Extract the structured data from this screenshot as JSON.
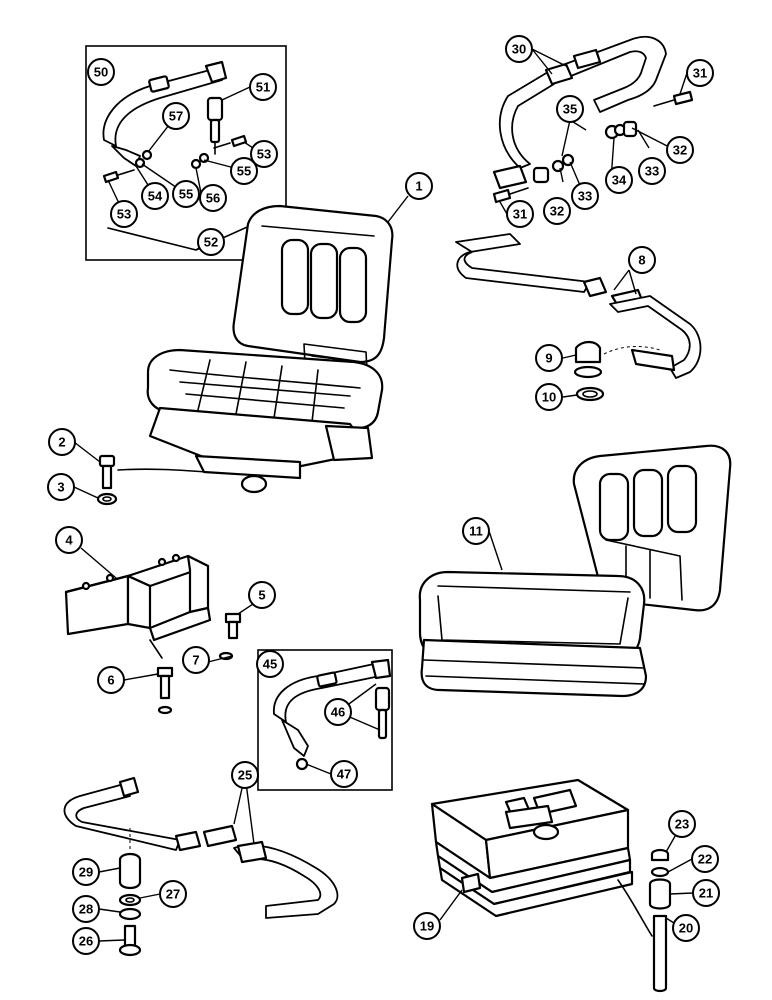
{
  "callouts": [
    {
      "id": "c1",
      "label": "1"
    },
    {
      "id": "c2",
      "label": "2"
    },
    {
      "id": "c3",
      "label": "3"
    },
    {
      "id": "c4",
      "label": "4"
    },
    {
      "id": "c5",
      "label": "5"
    },
    {
      "id": "c6",
      "label": "6"
    },
    {
      "id": "c7",
      "label": "7"
    },
    {
      "id": "c8",
      "label": "8"
    },
    {
      "id": "c9",
      "label": "9"
    },
    {
      "id": "c10",
      "label": "10"
    },
    {
      "id": "c11",
      "label": "11"
    },
    {
      "id": "c19",
      "label": "19"
    },
    {
      "id": "c20",
      "label": "20"
    },
    {
      "id": "c21",
      "label": "21"
    },
    {
      "id": "c22",
      "label": "22"
    },
    {
      "id": "c23",
      "label": "23"
    },
    {
      "id": "c25",
      "label": "25"
    },
    {
      "id": "c26",
      "label": "26"
    },
    {
      "id": "c27",
      "label": "27"
    },
    {
      "id": "c28",
      "label": "28"
    },
    {
      "id": "c29",
      "label": "29"
    },
    {
      "id": "c30",
      "label": "30"
    },
    {
      "id": "c31a",
      "label": "31"
    },
    {
      "id": "c31b",
      "label": "31"
    },
    {
      "id": "c32a",
      "label": "32"
    },
    {
      "id": "c32b",
      "label": "32"
    },
    {
      "id": "c33a",
      "label": "33"
    },
    {
      "id": "c33b",
      "label": "33"
    },
    {
      "id": "c34",
      "label": "34"
    },
    {
      "id": "c35",
      "label": "35"
    },
    {
      "id": "c45",
      "label": "45"
    },
    {
      "id": "c46",
      "label": "46"
    },
    {
      "id": "c47",
      "label": "47"
    },
    {
      "id": "c50",
      "label": "50"
    },
    {
      "id": "c51",
      "label": "51"
    },
    {
      "id": "c52",
      "label": "52"
    },
    {
      "id": "c53a",
      "label": "53"
    },
    {
      "id": "c53b",
      "label": "53"
    },
    {
      "id": "c54",
      "label": "54"
    },
    {
      "id": "c55a",
      "label": "55"
    },
    {
      "id": "c55b",
      "label": "55"
    },
    {
      "id": "c56",
      "label": "56"
    },
    {
      "id": "c57",
      "label": "57"
    }
  ]
}
